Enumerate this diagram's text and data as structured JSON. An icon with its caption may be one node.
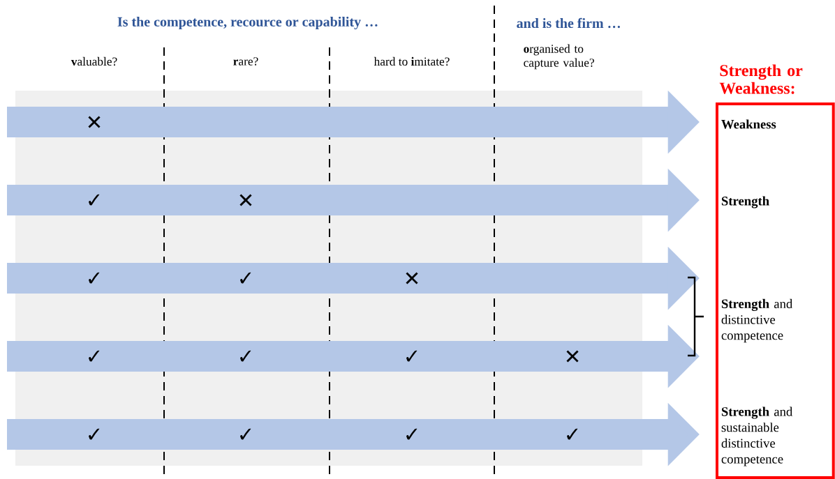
{
  "diagram": {
    "nodes": [
      {
        "text": [
          "Strength or Weakness:"
        ]
      },
      {
        "text": [
          "Weakness"
        ],
        "in": 0
      },
      {
        "text": [
          "Strength"
        ],
        "in": 0
      },
      {
        "text": [
          "**Strength** and distinctive competence"
        ],
        "in": 0
      },
      {
        "text": [
          "**Strength** and sustainable distinctive competence"
        ],
        "in": 0
      }
    ],
    "edges": [
      {
        "from": null,
        "to": 1,
        "arrow": "to"
      },
      {
        "from": null,
        "to": 2,
        "arrow": "to"
      },
      {
        "from": null,
        "to": 3,
        "arrow": "to"
      },
      {
        "from": null,
        "to": 3,
        "arrow": "to"
      },
      {
        "from": null,
        "to": 4,
        "arrow": "to"
      }
    ],
    "labels": [
      "Is the competence, recource or capability …",
      "and is the firm …",
      "**v**aluable?",
      "**r**are?",
      "hard to **i**mitate?",
      "**o**rganised to capture value?",
      "✕",
      "✓",
      "✕",
      "✓",
      "✓",
      "✕",
      "✓",
      "✓",
      "✓",
      "✕",
      "✓",
      "✓",
      "✓",
      "✓"
    ]
  }
}
